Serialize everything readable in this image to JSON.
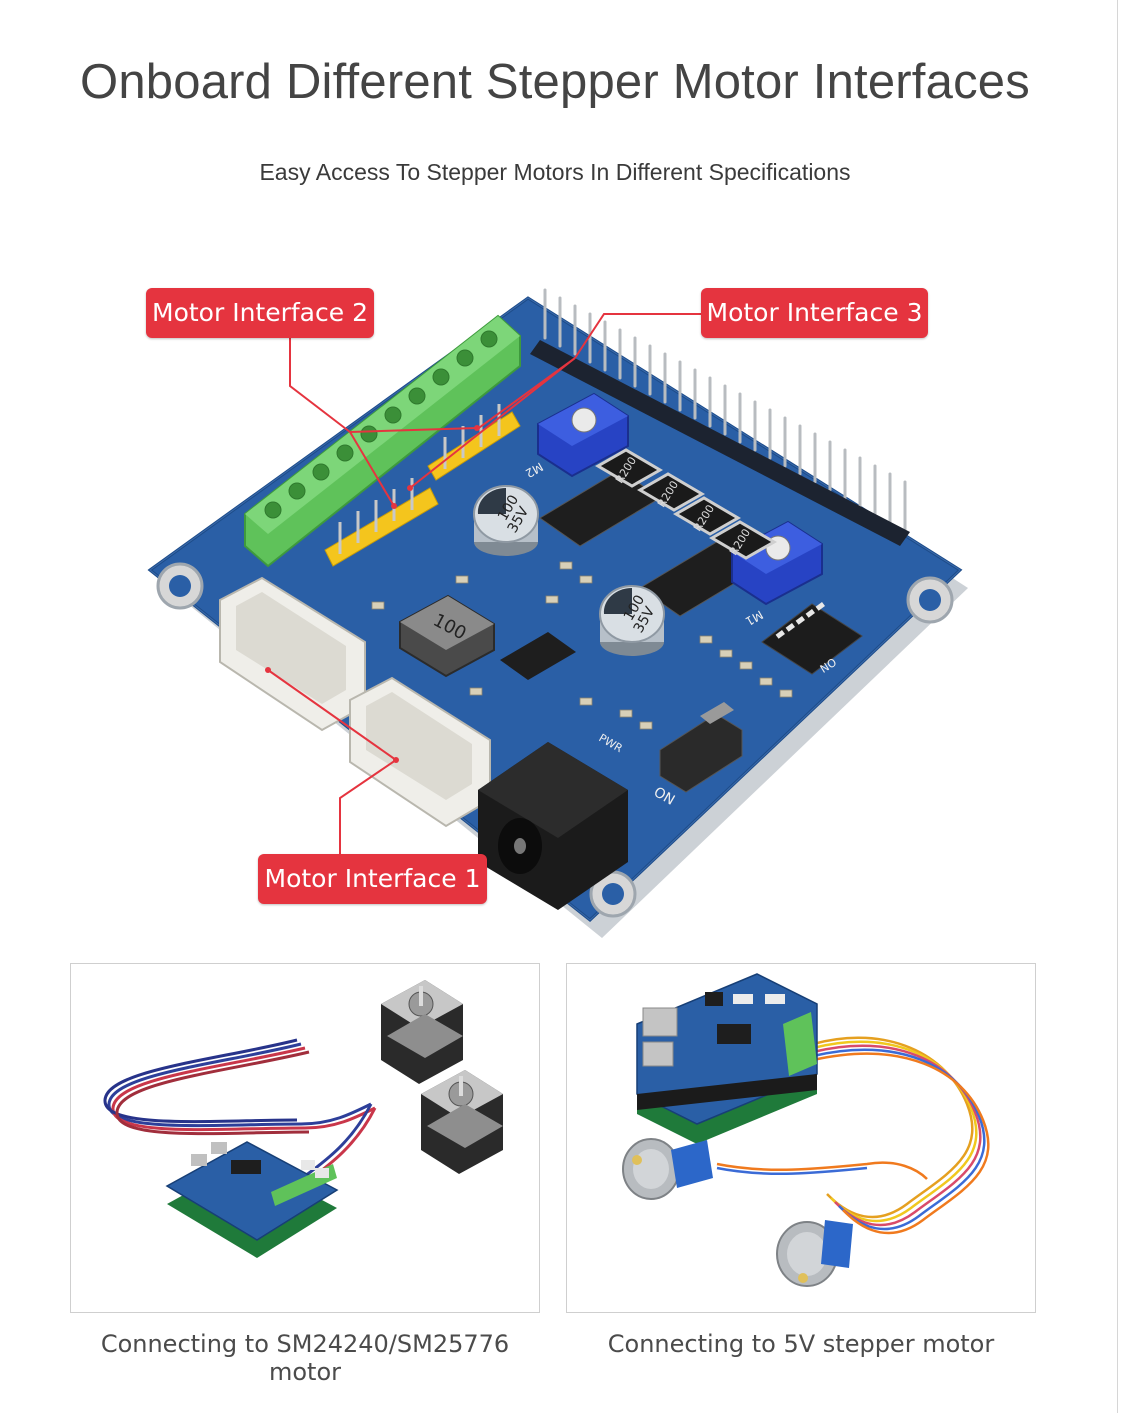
{
  "header": {
    "title": "Onboard Different Stepper Motor Interfaces",
    "subtitle": "Easy Access To Stepper Motors In Different Specifications"
  },
  "hero": {
    "callouts": {
      "interface_2": "Motor Interface 2",
      "interface_3": "Motor Interface 3",
      "interface_1": "Motor Interface 1"
    },
    "board_labels": {
      "inductor": "100",
      "cap_value": "100",
      "cap_voltage": "35V",
      "resistor": "R200",
      "switch_on": "ON",
      "pwr": "PWR",
      "m1": "M1",
      "m2": "M2",
      "dip_on": "ON"
    },
    "colors": {
      "board": "#2a5fa6",
      "terminal": "#5fc25a",
      "callout": "#e5343f",
      "pot": "#2743c4"
    }
  },
  "gallery": [
    {
      "caption": "Connecting to SM24240/SM25776 motor"
    },
    {
      "caption": "Connecting to 5V stepper motor"
    }
  ]
}
